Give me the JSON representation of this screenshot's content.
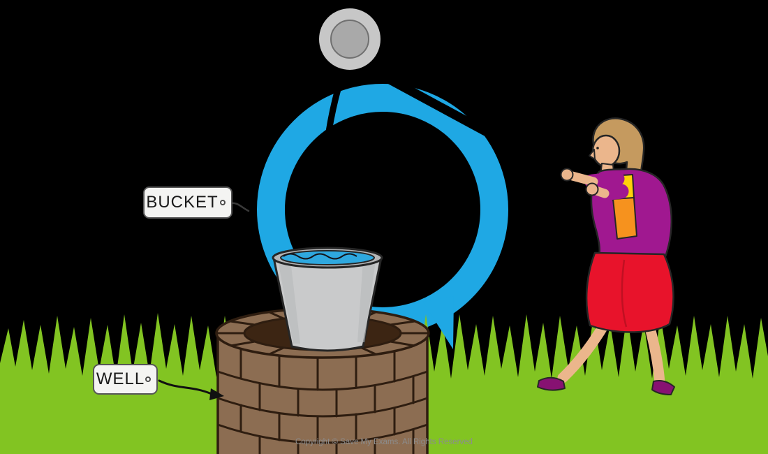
{
  "scene": {
    "background": "#000000"
  },
  "labels": {
    "bucket": "BUCKET",
    "well": "WELL"
  },
  "footer": {
    "copyright": "Copyright © Save My Exams. All Rights Reserved"
  },
  "colors": {
    "bg": "#000000",
    "arrow_blue": "#1FA8E4",
    "grass_green": "#82C422",
    "brick_brown": "#8C6D52",
    "brick_line": "#2E1D10",
    "well_opening": "#3C2513",
    "bucket_gray": "#C9CACB",
    "bucket_rim_gray": "#B5B6B7",
    "water_blue": "#2FA8DF",
    "outline_dark": "#262626",
    "pulley_outer": "#C7C7C7",
    "pulley_inner": "#A9A9A9",
    "skin": "#EBB68C",
    "hair": "#C59A5F",
    "jacket_purple": "#A01890",
    "shirt_orange": "#F6921E",
    "shirt_yellow": "#FFD20A",
    "skirt_red": "#E8132B",
    "shoe_purple": "#871272",
    "rope_black": "#000000",
    "tag_bg": "#F4F4F2",
    "tag_text": "#1A1A1A",
    "copyright_gray": "#8C8C8C"
  }
}
